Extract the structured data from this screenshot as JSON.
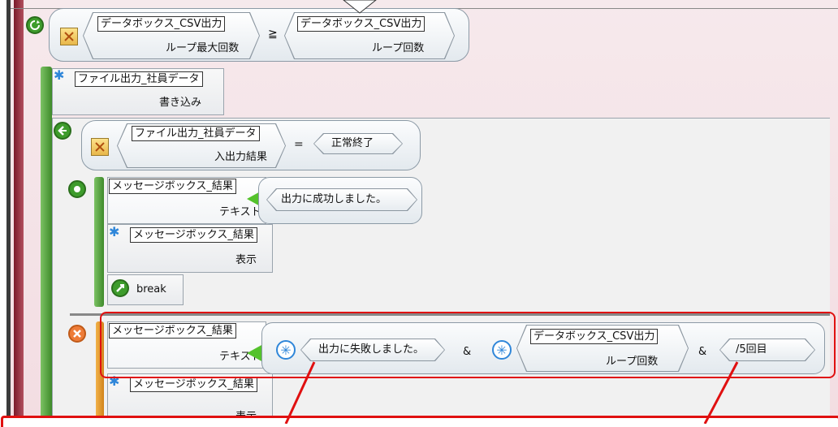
{
  "loop": {
    "condition_left": {
      "object": "データボックス_CSV出力",
      "property": "ループ最大回数"
    },
    "operator": "≧",
    "condition_right": {
      "object": "データボックス_CSV出力",
      "property": "ループ回数"
    }
  },
  "write_cmd": {
    "object": "ファイル出力_社員データ",
    "method": "書き込み"
  },
  "if_block": {
    "left": {
      "object": "ファイル出力_社員データ",
      "property": "入出力結果"
    },
    "operator": "=",
    "right": "正常終了"
  },
  "success_branch": {
    "assign": {
      "object": "メッセージボックス_結果",
      "property": "テキスト",
      "value": "出力に成功しました。"
    },
    "show": {
      "object": "メッセージボックス_結果",
      "method": "表示"
    },
    "break_label": "break"
  },
  "failure_branch": {
    "assign": {
      "object": "メッセージボックス_結果",
      "property": "テキスト",
      "part1": "出力に失敗しました。",
      "amp1": "&",
      "part2_object": "データボックス_CSV出力",
      "part2_property": "ループ回数",
      "amp2": "&",
      "part3": "/5回目"
    },
    "show": {
      "object": "メッセージボックス_結果",
      "method": "表示"
    }
  },
  "colors": {
    "highlight": "#e01010",
    "rail": "#5aa83e",
    "error": "#e8742a"
  }
}
